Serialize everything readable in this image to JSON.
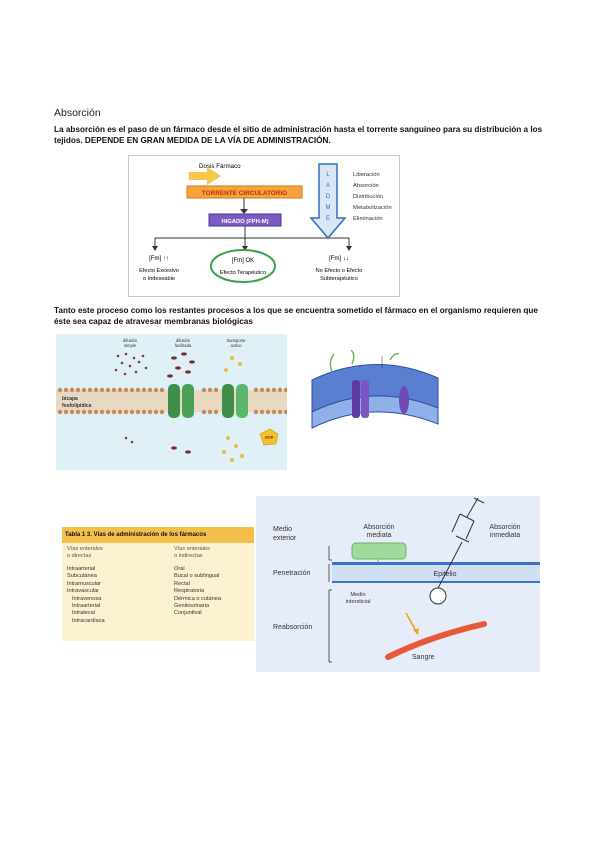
{
  "heading": "Absorción",
  "paragraph1": "La absorción es el paso de un fármaco desde el sitio de administración hasta el torrente sanguíneo para su distribución a los tejidos. DEPENDE EN GRAN MEDIDA DE LA VÍA DE ADMINISTRACIÓN.",
  "paragraph2": "Tanto este proceso como los restantes procesos a los que se encuentra sometido el fármaco en el organismo requieren que éste sea capaz de atravesar membranas biológicas",
  "ladme": {
    "dosis": "Dosis Fármaco",
    "torrente": "TORRENTE CIRCULATORIO",
    "higado": "HIGADO (FPH-M)",
    "arrow_letters": [
      "L",
      "A",
      "D",
      "M",
      "E"
    ],
    "steps": [
      "Liberación",
      "Absorción",
      "Distribución",
      "Metabolización",
      "Eliminación"
    ],
    "out_left_code": "[Fm] ↑↑",
    "out_left_text": [
      "Efecto Excesivo",
      "o Indeseable"
    ],
    "out_center_code": "[Fm] OK",
    "out_center_text": "Efecto Terapéutico",
    "out_right_code": "[Fm] ↓↓",
    "out_right_text": [
      "No Efecto o Efecto",
      "Subterapéutico"
    ]
  },
  "membrane": {
    "label_simple": [
      "difusión",
      "simple"
    ],
    "label_facilitada": [
      "difusión",
      "facilitada"
    ],
    "label_activo": [
      "transporte",
      "activo"
    ],
    "bicapa": [
      "bicapa",
      "fosfolipídica"
    ],
    "atp": "ATP"
  },
  "table": {
    "title": "Tabla 1 3.    Vías de administración de los fármacos",
    "col1_head": [
      "Vías enterales",
      "o directas"
    ],
    "col1": [
      "Intraarterial",
      "Subcutánea",
      "Intramuscular",
      "Intravascular",
      "  Intravenosa",
      "  Intraarterial",
      "  Intratecal",
      "  Intracardíaca"
    ],
    "col2_head": [
      "Vías enterales",
      "o indirectas"
    ],
    "col2": [
      "Oral",
      "Bucal o sublingual",
      "Rectal",
      "Respiratoria",
      "Dérmica o cutánea",
      "Genitourinaria",
      "Conjuntival"
    ]
  },
  "absorption": {
    "medio_exterior": [
      "Medio",
      "exterior"
    ],
    "absorcion_mediata": [
      "Absorción",
      "mediata"
    ],
    "absorcion_inmediata": [
      "Absorción",
      "inmediata"
    ],
    "penetracion": "Penetración",
    "epitelio": "Epitelio",
    "medio_intersticial": [
      "Medio",
      "intersticial"
    ],
    "reabsorcion": "Reabsorción",
    "sangre": "Sangre"
  },
  "colors": {
    "torrente": "#f5a53a",
    "higado": "#7b5bc4",
    "ladme_arrow": "#2f6fc1",
    "therapeutic": "#3aa04a",
    "membrane_bg": "#dff1f6",
    "table_header": "#f4c04a",
    "table_bg": "#fbf0d0",
    "absorption_bg": "#e6edf8",
    "epitelio": "#3a73c9",
    "sangre": "#e8593a"
  }
}
